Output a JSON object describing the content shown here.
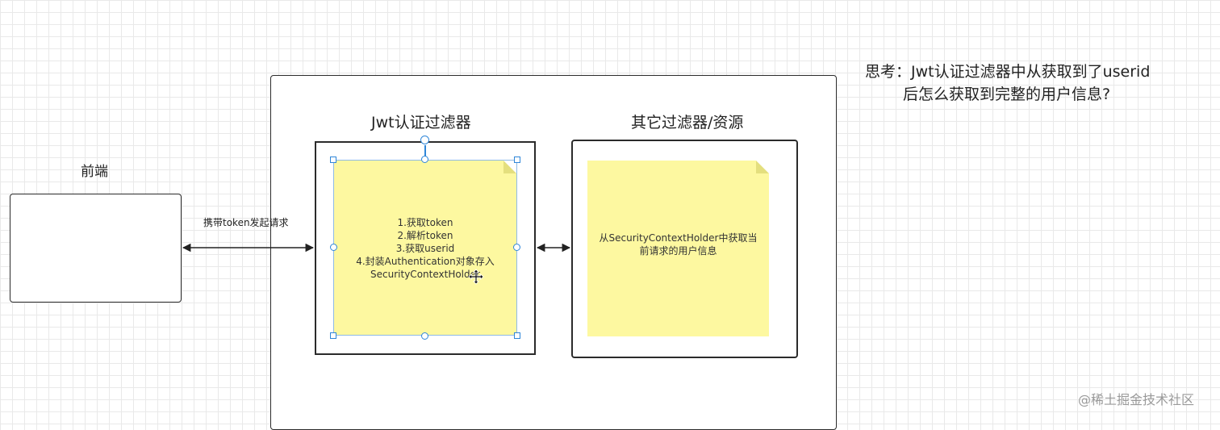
{
  "question": {
    "line1": "思考：Jwt认证过滤器中从获取到了userid",
    "line2": "后怎么获取到完整的用户信息?"
  },
  "frontend": {
    "title": "前端"
  },
  "request_arrow": {
    "label": "携带token发起请求"
  },
  "jwt_filter": {
    "title": "Jwt认证过滤器",
    "note_lines": [
      "1.获取token",
      "2.解析token",
      "3.获取userid",
      "4.封装Authentication对象存入",
      "SecurityContextHolder"
    ]
  },
  "other_filters": {
    "title": "其它过滤器/资源",
    "note_lines": [
      "从SecurityContextHolder中获取当",
      "前请求的用户信息"
    ]
  },
  "watermark": "@稀土掘金技术社区",
  "colors": {
    "note_fill": "#fdf8a0",
    "selection": "#2f86d8",
    "stroke": "#2b2b2b"
  },
  "icons": {
    "cursor": "move-cursor-icon"
  }
}
